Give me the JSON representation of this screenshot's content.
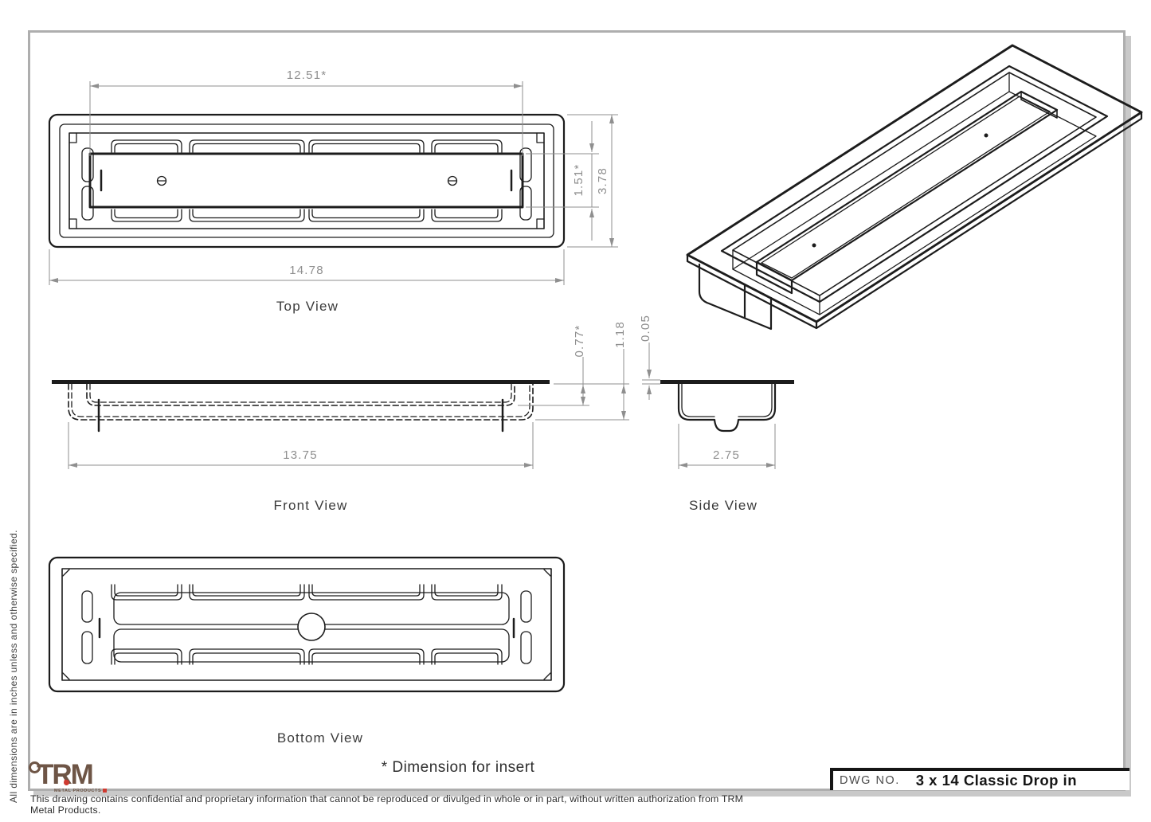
{
  "drawing": {
    "views": {
      "top": {
        "label": "Top View",
        "dim_insert_length": "12.51*",
        "dim_overall_length": "14.78",
        "dim_insert_width": "1.51*",
        "dim_overall_width": "3.78"
      },
      "front": {
        "label": "Front View",
        "dim_insert_depth": "0.77*",
        "dim_overall_depth": "1.18",
        "dim_body_length": "13.75"
      },
      "side": {
        "label": "Side View",
        "dim_flange_thickness": "0.05",
        "dim_body_width": "2.75"
      },
      "bottom": {
        "label": "Bottom View"
      }
    },
    "note_insert": "* Dimension for insert",
    "units_note": "All dimensions are in inches unless and otherwise specified.",
    "confidentiality_note": "This drawing contains confidential and proprietary information that cannot be reproduced or divulged in whole or in part, without written authorization from TRM Metal Products."
  },
  "title_block": {
    "dwg_label": "DWG NO.",
    "dwg_number": "3 x 14 Classic Drop in"
  },
  "logo": {
    "text": "TRM",
    "subtext": "METAL PRODUCTS"
  },
  "colors": {
    "line": "#1c1c1c",
    "dimension": "#8f8f8f",
    "sheet_border": "#aeaeae",
    "logo_brown": "#6e5546",
    "logo_red": "#cf3a30"
  }
}
